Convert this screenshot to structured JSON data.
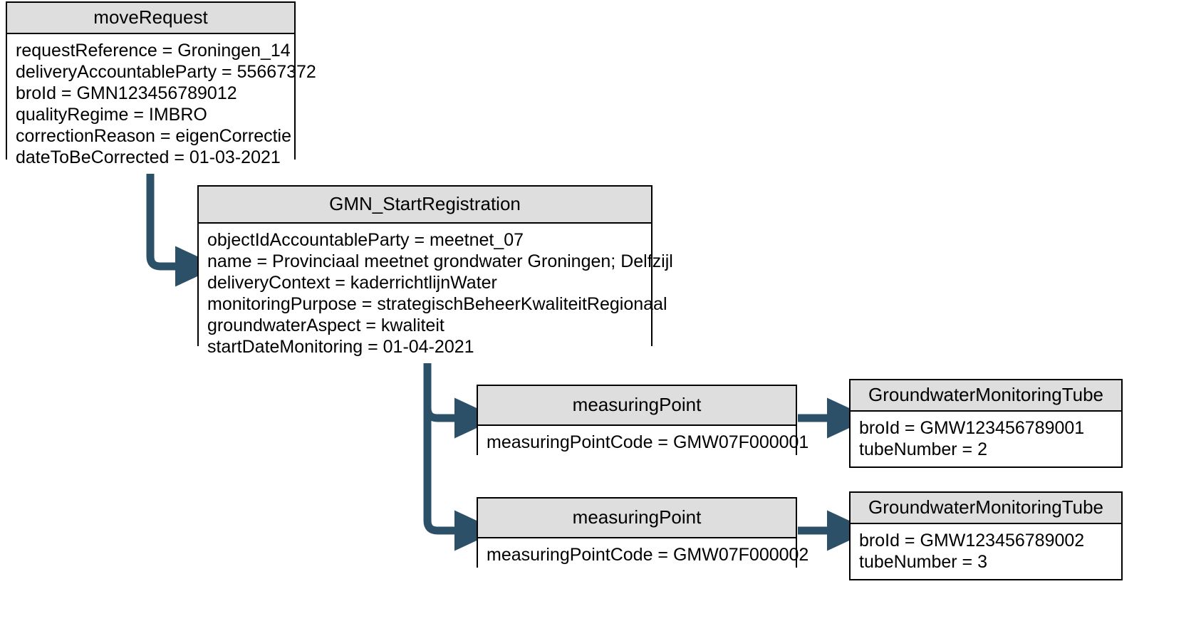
{
  "diagram": {
    "type": "uml-object-diagram",
    "accent_color": "#2d5069",
    "header_fill": "#dedede",
    "border_color": "#000000",
    "background": "#ffffff",
    "boxes": [
      {
        "id": "moveRequest",
        "title": "moveRequest",
        "attributes": [
          "requestReference = Groningen_14",
          "deliveryAccountableParty = 55667372",
          "broId = GMN123456789012",
          "qualityRegime = IMBRO",
          "correctionReason = eigenCorrectie",
          "dateToBeCorrected = 01-03-2021"
        ]
      },
      {
        "id": "gmnStart",
        "title": "GMN_StartRegistration",
        "attributes": [
          "objectIdAccountableParty = meetnet_07",
          "name = Provinciaal meetnet grondwater Groningen; Delfzijl",
          "deliveryContext = kaderrichtlijnWater",
          "monitoringPurpose = strategischBeheerKwaliteitRegionaal",
          "groundwaterAspect = kwaliteit",
          "startDateMonitoring = 01-04-2021"
        ]
      },
      {
        "id": "mp1",
        "title": "measuringPoint",
        "attributes": [
          "measuringPointCode = GMW07F000001"
        ]
      },
      {
        "id": "mp2",
        "title": "measuringPoint",
        "attributes": [
          "measuringPointCode = GMW07F000002"
        ]
      },
      {
        "id": "gmt1",
        "title": "GroundwaterMonitoringTube",
        "attributes": [
          "broId = GMW123456789001",
          "tubeNumber = 2"
        ]
      },
      {
        "id": "gmt2",
        "title": "GroundwaterMonitoringTube",
        "attributes": [
          "broId = GMW123456789002",
          "tubeNumber = 3"
        ]
      }
    ],
    "connectors": [
      {
        "id": "conn-moveRequest-gmnStart",
        "from": "moveRequest",
        "to": "gmnStart",
        "style": "elbow-arrow"
      },
      {
        "id": "conn-gmnStart-mp1",
        "from": "gmnStart",
        "to": "mp1",
        "style": "elbow-arrow"
      },
      {
        "id": "conn-gmnStart-mp2",
        "from": "gmnStart",
        "to": "mp2",
        "style": "elbow-arrow"
      },
      {
        "id": "conn-mp1-gmt1",
        "from": "mp1",
        "to": "gmt1",
        "style": "straight-arrow"
      },
      {
        "id": "conn-mp2-gmt2",
        "from": "mp2",
        "to": "gmt2",
        "style": "straight-arrow"
      }
    ]
  }
}
